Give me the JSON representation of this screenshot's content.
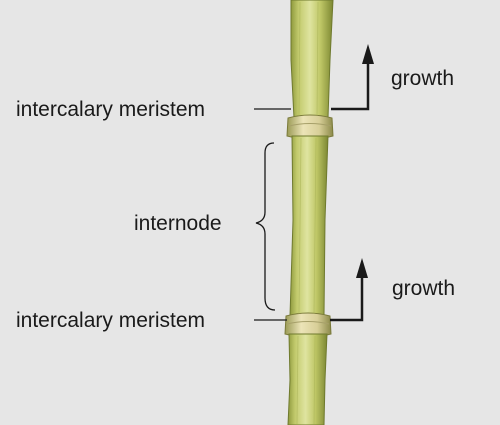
{
  "diagram": {
    "labels": {
      "meristem_top": "intercalary meristem",
      "meristem_bottom": "intercalary meristem",
      "internode": "internode",
      "growth_top": "growth",
      "growth_bottom": "growth"
    },
    "colors": {
      "background": "#e6e6e6",
      "stem_light": "#d4dc8e",
      "stem_mid": "#b9c262",
      "stem_dark": "#7f8a36",
      "node_band": "#e3d9a8",
      "line": "#1a1a1a"
    }
  }
}
